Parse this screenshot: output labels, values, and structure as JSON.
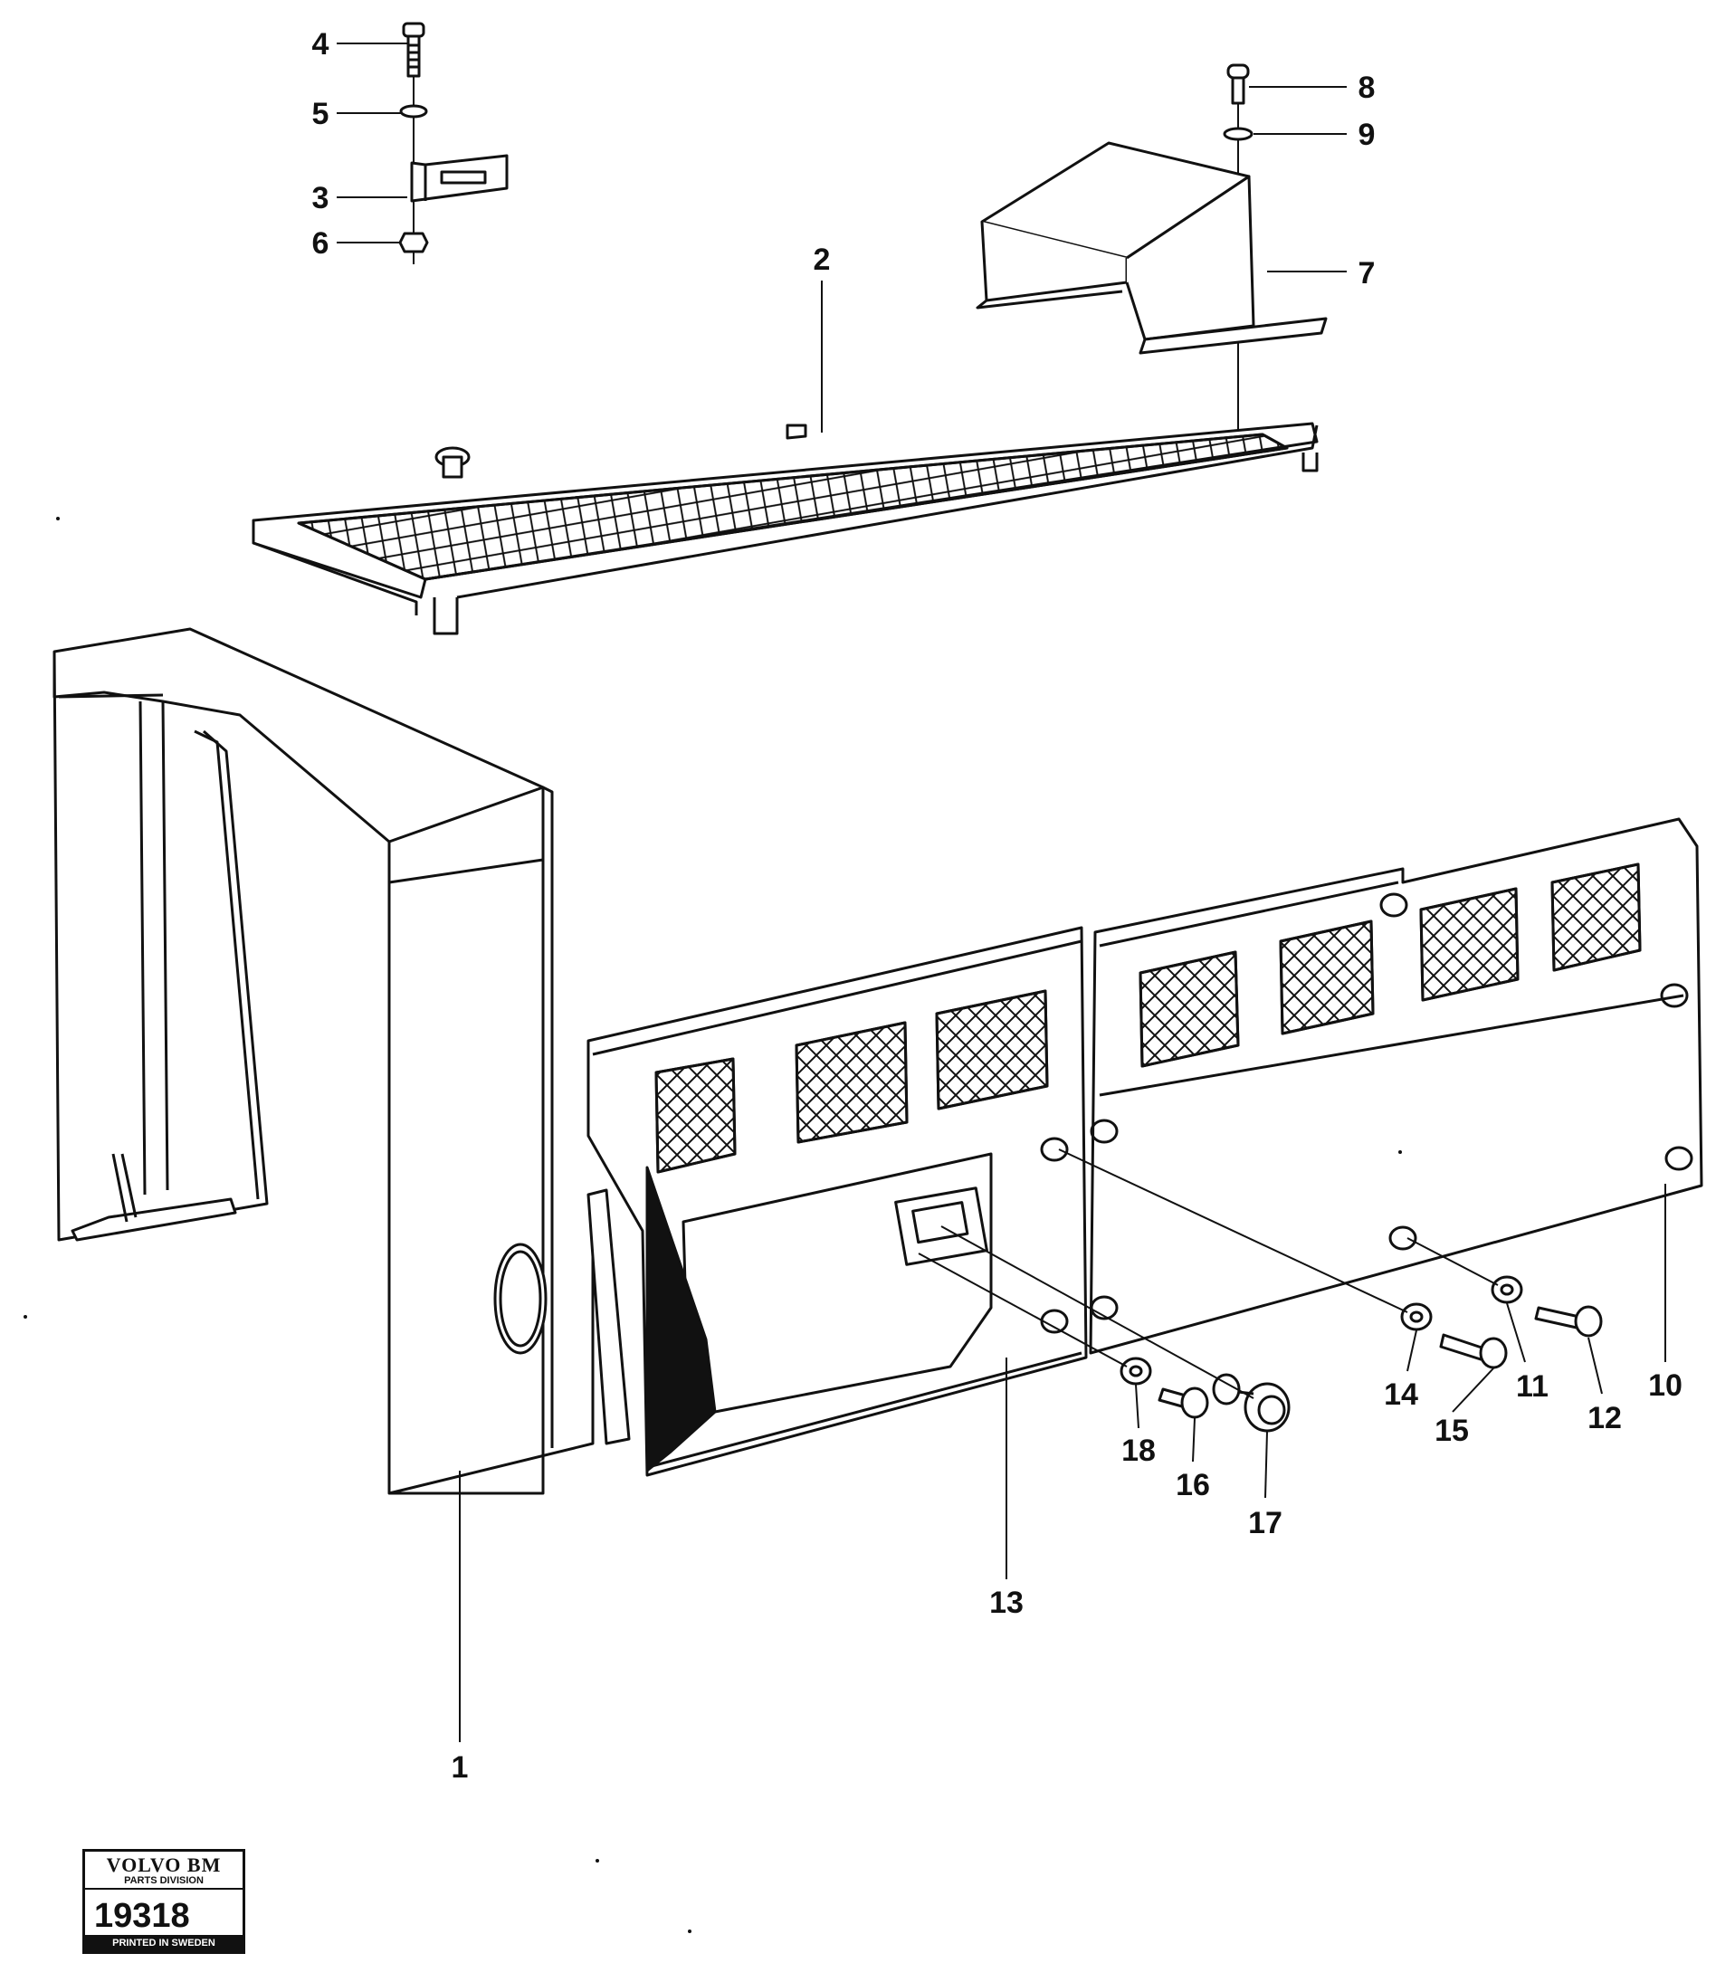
{
  "callouts": [
    {
      "id": "c1",
      "text": "1"
    },
    {
      "id": "c2",
      "text": "2"
    },
    {
      "id": "c3",
      "text": "3"
    },
    {
      "id": "c4",
      "text": "4"
    },
    {
      "id": "c5",
      "text": "5"
    },
    {
      "id": "c6",
      "text": "6"
    },
    {
      "id": "c7",
      "text": "7"
    },
    {
      "id": "c8",
      "text": "8"
    },
    {
      "id": "c9",
      "text": "9"
    },
    {
      "id": "c10",
      "text": "10"
    },
    {
      "id": "c11",
      "text": "11"
    },
    {
      "id": "c12",
      "text": "12"
    },
    {
      "id": "c13",
      "text": "13"
    },
    {
      "id": "c14",
      "text": "14"
    },
    {
      "id": "c15",
      "text": "15"
    },
    {
      "id": "c16",
      "text": "16"
    },
    {
      "id": "c17",
      "text": "17"
    },
    {
      "id": "c18",
      "text": "18"
    }
  ],
  "stamp": {
    "brand": "VOLVO BM",
    "division": "PARTS DIVISION",
    "number": "19318",
    "printed": "PRINTED IN SWEDEN"
  }
}
